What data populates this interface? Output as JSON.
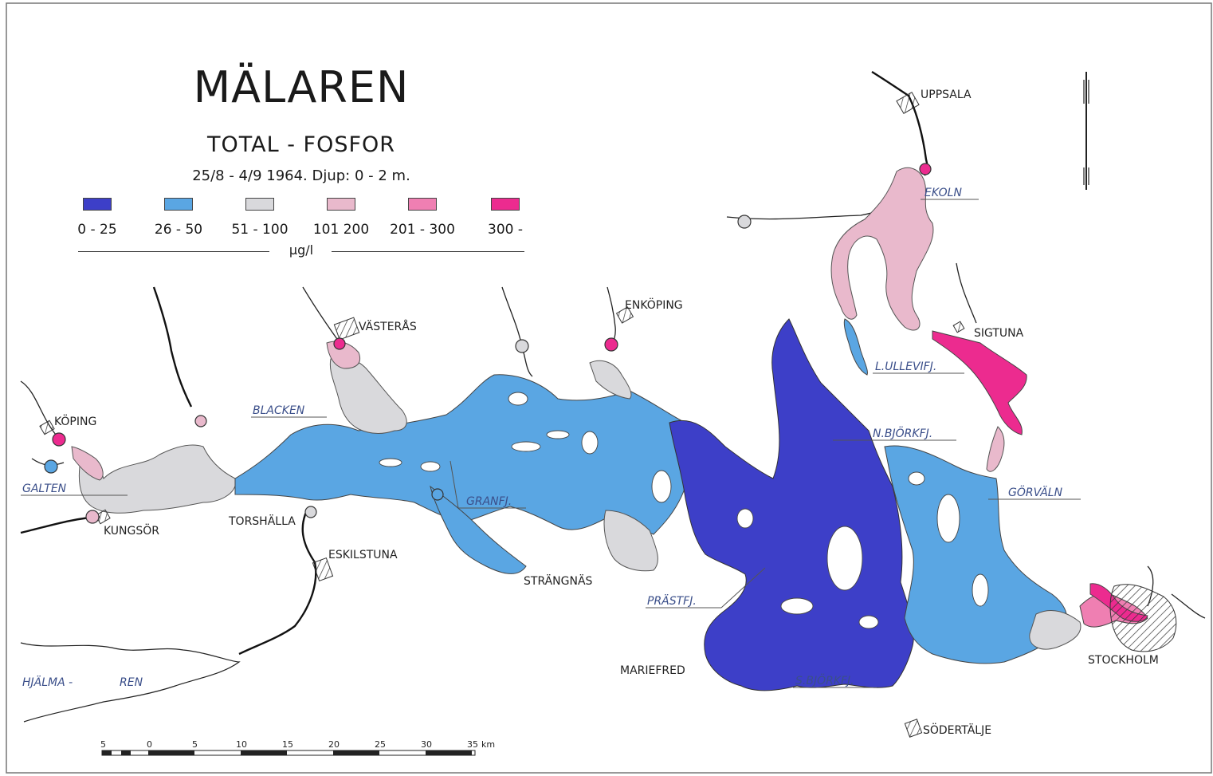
{
  "title": "MÄLAREN",
  "subtitle": "TOTAL - FOSFOR",
  "dates": "25/8 - 4/9  1964.  Djup: 0 - 2 m.",
  "unit": "µg/l",
  "legend": [
    {
      "label": "0 - 25",
      "color": "#3d3fc8"
    },
    {
      "label": "26 - 50",
      "color": "#5aa6e3"
    },
    {
      "label": "51 - 100",
      "color": "#d9d9dc"
    },
    {
      "label": "101  200",
      "color": "#e9b9cc"
    },
    {
      "label": "201 - 300",
      "color": "#ef7fb2"
    },
    {
      "label": "300 -",
      "color": "#ec2b8f"
    }
  ],
  "places": {
    "uppsala": "UPPSALA",
    "sigtuna": "SIGTUNA",
    "enkoping": "ENKÖPING",
    "vasteras": "VÄSTERÅS",
    "koping": "KÖPING",
    "kungsor": "KUNGSÖR",
    "torshalla": "TORSHÄLLA",
    "eskilstuna": "ESKILSTUNA",
    "strangnas": "STRÄNGNÄS",
    "mariefred": "MARIEFRED",
    "sodertalje": "SÖDERTÄLJE",
    "stockholm": "STOCKHOLM"
  },
  "waters": {
    "ekoln": "EKOLN",
    "lullevifj": "L.ULLEVIFJ.",
    "nbjorkfj": "N.BJÖRKFJ.",
    "gorvaln": "GÖRVÄLN",
    "blacken": "BLACKEN",
    "granfj": "GRANFJ.",
    "galten": "GALTEN",
    "prastfj": "PRÄSTFJ.",
    "sbjorkfj": "S.BJÖRKFJ.",
    "hjalma": "HJÄLMA -",
    "ren": "REN"
  },
  "scale": {
    "ticks": [
      "5",
      "0",
      "5",
      "10",
      "15",
      "20",
      "25",
      "30",
      "35"
    ],
    "unit": "km"
  }
}
